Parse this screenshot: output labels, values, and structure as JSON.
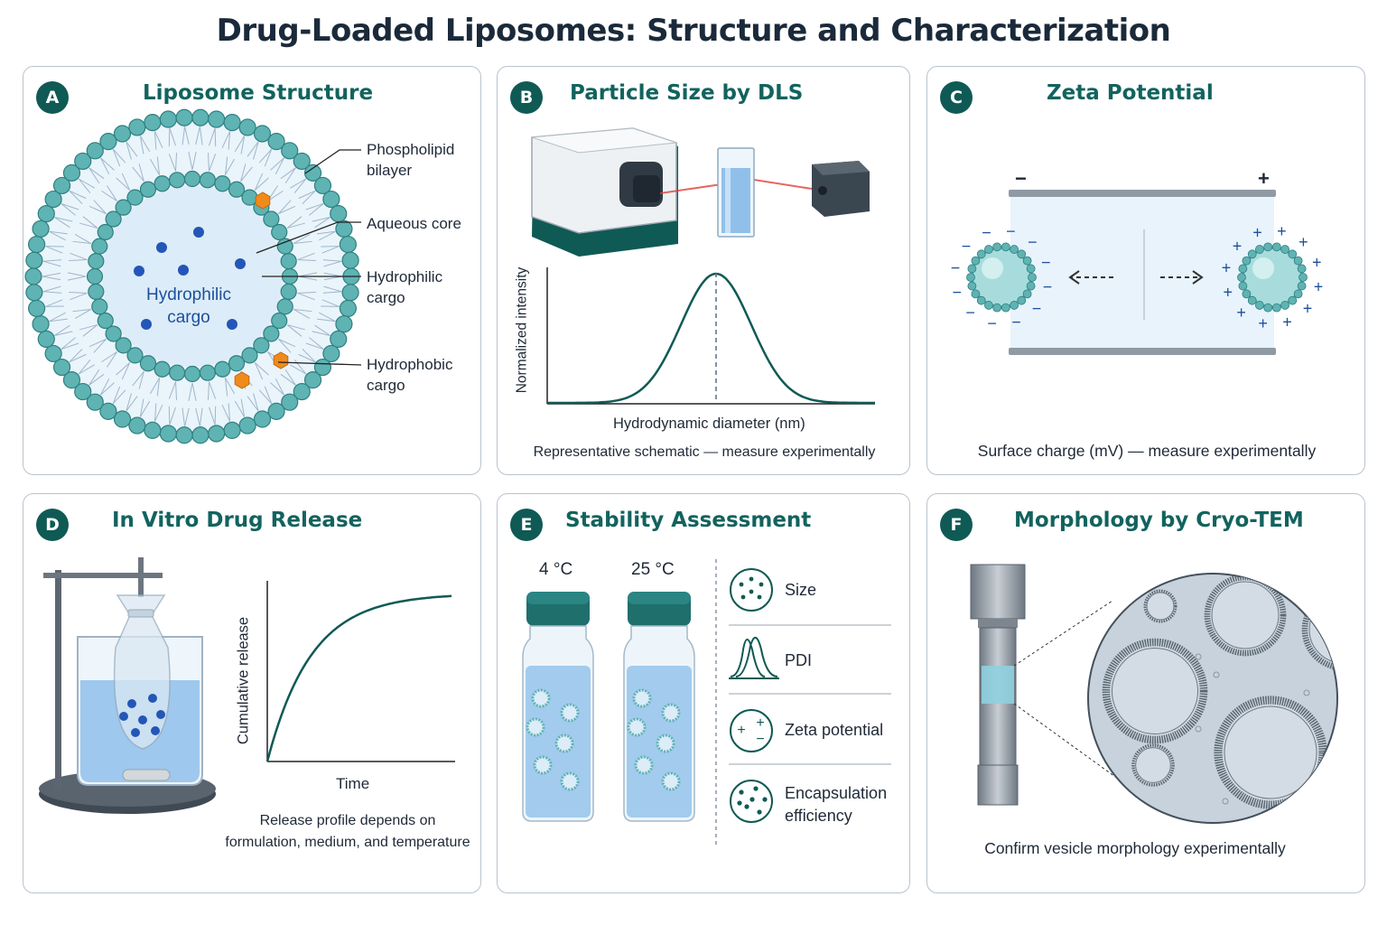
{
  "title": "Drug-Loaded Liposomes: Structure and Characterization",
  "panels": {
    "a": {
      "badge": "A",
      "title": "Liposome Structure",
      "labels": {
        "bilayer_1": "Phospholipid",
        "bilayer_2": "bilayer",
        "core": "Aqueous core",
        "hydrophilic_1": "Hydrophilic",
        "hydrophilic_2": "cargo",
        "hydrophobic_1": "Hydrophobic",
        "hydrophobic_2": "cargo",
        "inner_1": "Hydrophilic",
        "inner_2": "cargo"
      }
    },
    "b": {
      "badge": "B",
      "title": "Particle Size by DLS",
      "ylabel": "Normalized intensity",
      "xlabel": "Hydrodynamic diameter (nm)",
      "caption": "Representative schematic — measure experimentally"
    },
    "c": {
      "badge": "C",
      "title": "Zeta Potential",
      "minus": "−",
      "plus": "+",
      "caption": "Surface charge (mV)  —  measure experimentally"
    },
    "d": {
      "badge": "D",
      "title": "In Vitro Drug Release",
      "ylabel": "Cumulative release",
      "xlabel": "Time",
      "caption_1": "Release profile depends on",
      "caption_2": "formulation, medium, and temperature"
    },
    "e": {
      "badge": "E",
      "title": "Stability Assessment",
      "temp_1": "4 °C",
      "temp_2": "25 °C",
      "params": [
        "Size",
        "PDI",
        "Zeta potential",
        "Encapsulation",
        "efficiency"
      ]
    },
    "f": {
      "badge": "F",
      "title": "Morphology by Cryo-TEM",
      "caption": "Confirm vesicle morphology experimentally"
    }
  },
  "colors": {
    "teal": "#0f5a55",
    "head": "#5fb3b3",
    "cargo_blue": "#2456b8",
    "cargo_orange": "#f08a1c"
  }
}
